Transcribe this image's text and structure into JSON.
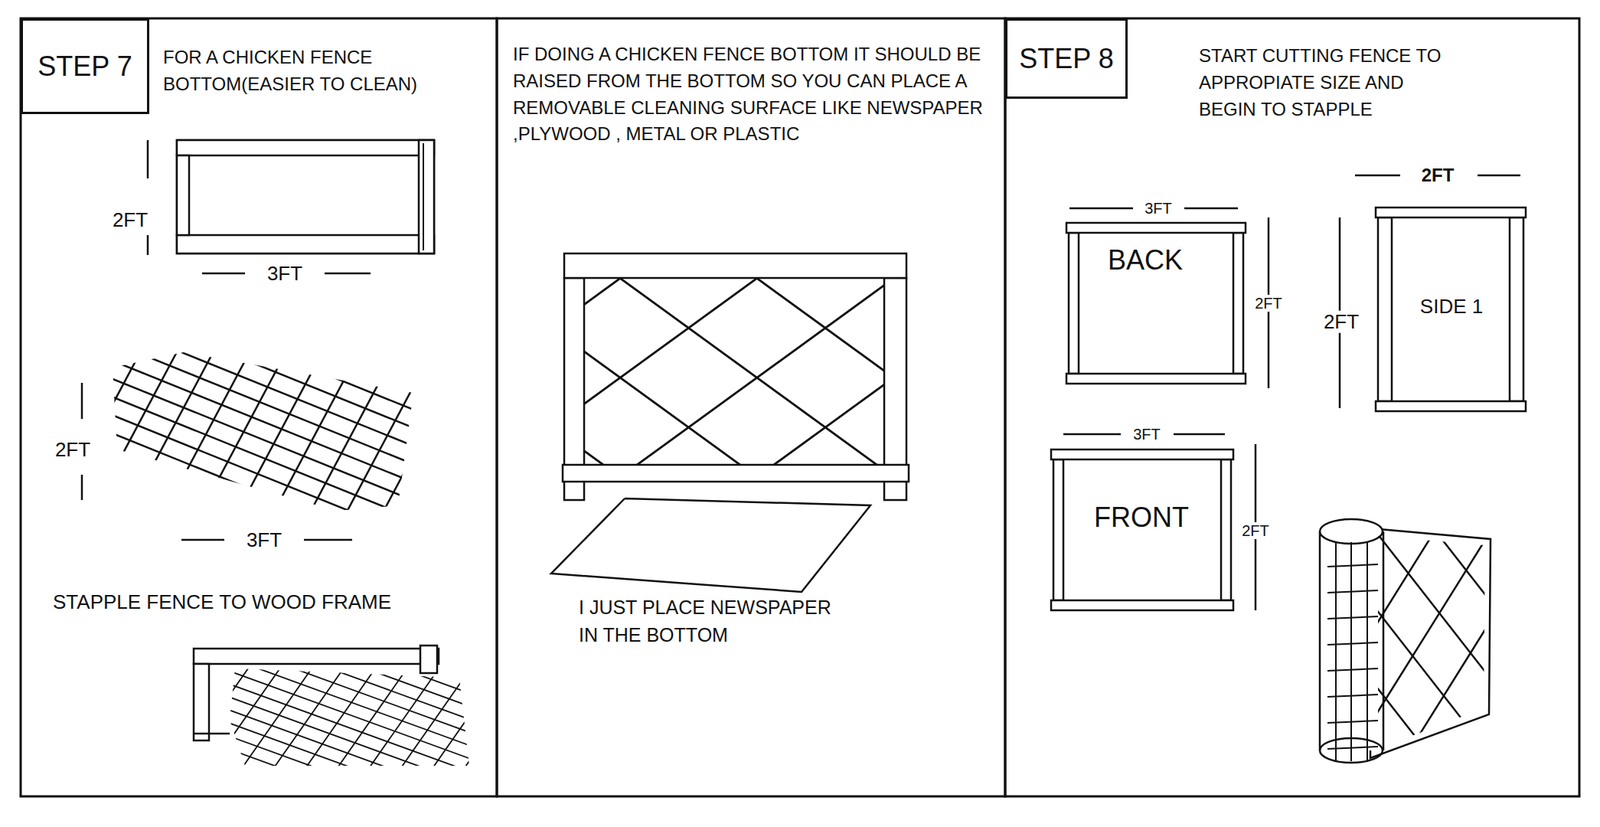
{
  "diagram": {
    "nodes": [
      {
        "text": [
          "STEP 7"
        ]
      },
      {
        "text": [
          "STEP 8"
        ]
      },
      {
        "text": [
          "BACK"
        ]
      },
      {
        "text": [
          "SIDE 1"
        ]
      },
      {
        "text": [
          "FRONT"
        ]
      }
    ],
    "labels": [
      "FOR A CHICKEN FENCE BOTTOM(EASIER TO CLEAN)",
      "2FT",
      "3FT",
      "2FT",
      "3FT",
      "STAPPLE FENCE TO WOOD FRAME",
      "IF DOING A CHICKEN FENCE BOTTOM IT SHOULD BE RAISED FROM THE BOTTOM SO YOU CAN PLACE A REMOVABLE CLEANING SURFACE LIKE NEWSPAPER ,PLYWOOD , METAL OR PLASTIC",
      "I JUST PLACE NEWSPAPER IN THE BOTTOM",
      "START CUTTING FENCE TO APPROPIATE SIZE AND BEGIN TO STAPPLE",
      "3FT",
      "2FT",
      "2FT",
      "2FT",
      "3FT",
      "2FT"
    ]
  }
}
